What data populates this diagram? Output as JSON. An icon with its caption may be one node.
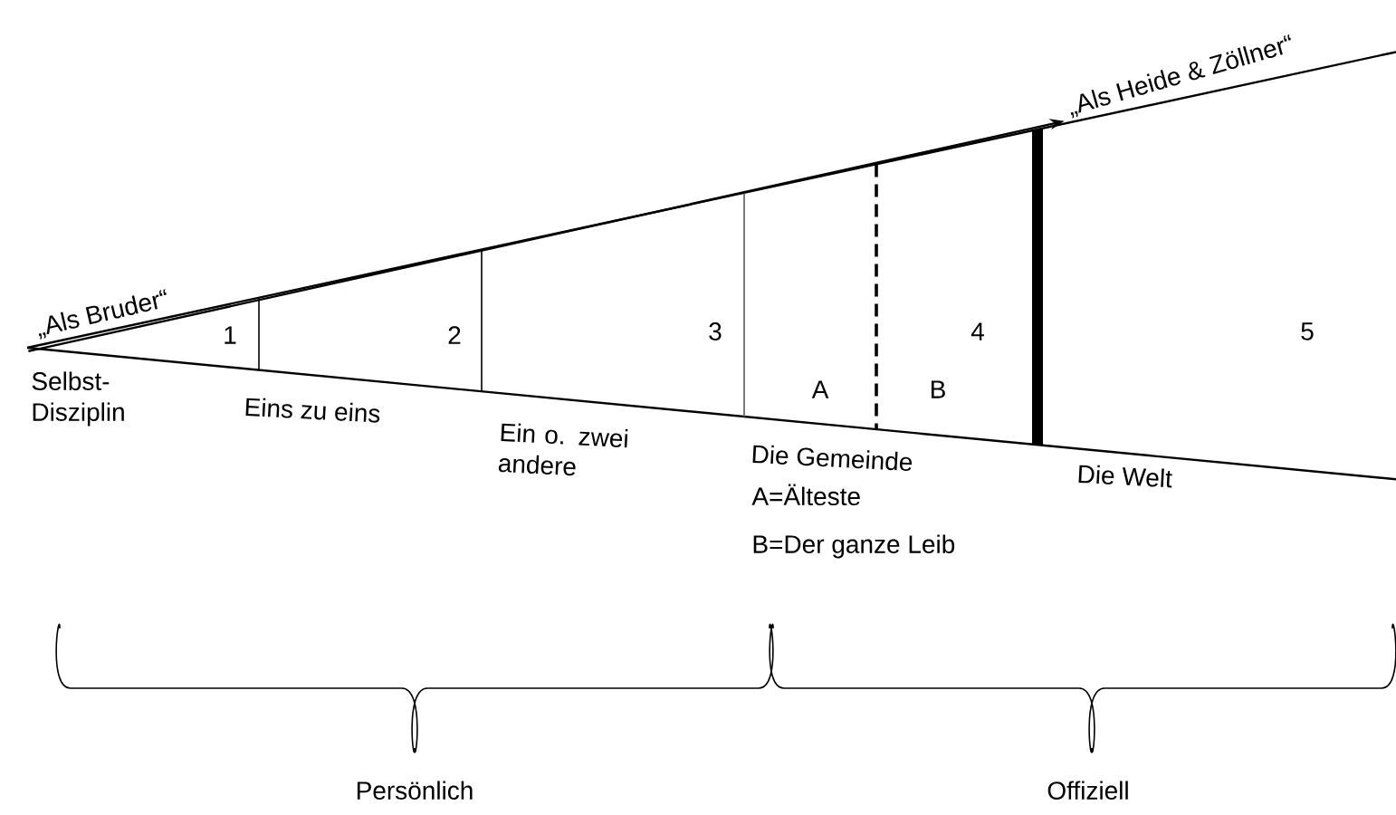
{
  "diagram": {
    "nodes": [
      {
        "text": [
          "„Als Bruder“"
        ]
      },
      {
        "text": [
          "„Als Heide & Zöllner“"
        ]
      }
    ],
    "edges": [
      {
        "from": 0,
        "to": 1,
        "arrow": "to"
      }
    ],
    "labels": [
      "1",
      "2",
      "3",
      "4",
      "5",
      "A",
      "B",
      "Selbst- Disziplin",
      "Eins zu eins",
      "Ein o. zwei andere",
      "Die Gemeinde",
      "A=Älteste",
      "B=Der ganze Leib",
      "Die Welt",
      "Persönlich",
      "Offiziell"
    ]
  }
}
